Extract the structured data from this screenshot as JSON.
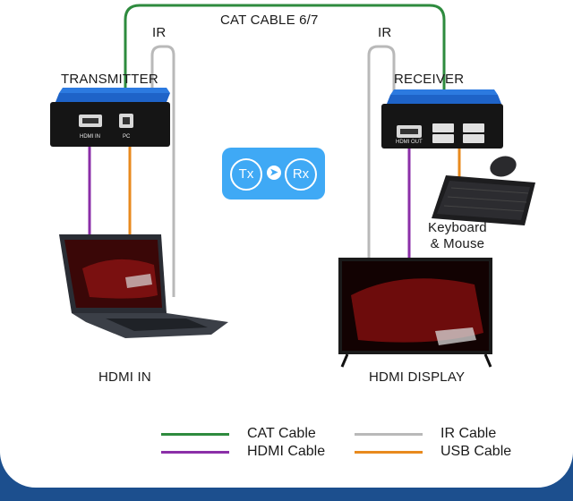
{
  "labels": {
    "cat_cable": "CAT CABLE 6/7",
    "ir_left": "IR",
    "ir_right": "IR",
    "transmitter": "TRANSMITTER",
    "receiver": "RECEIVER",
    "hdmi_in_port": "HDMI IN",
    "pc_port": "PC",
    "hdmi_out_port": "HDMI OUT",
    "keyboard_mouse": "Keyboard\n& Mouse",
    "hdmi_in": "HDMI IN",
    "hdmi_display": "HDMI DISPLAY"
  },
  "badge": {
    "tx": "Tx",
    "rx": "Rx"
  },
  "legend": [
    {
      "label": "CAT Cable",
      "color": "#2e8b3e"
    },
    {
      "label": "HDMI Cable",
      "color": "#8b2fa8"
    },
    {
      "label": "IR Cable",
      "color": "#b9b9b9"
    },
    {
      "label": "USB Cable",
      "color": "#e88a1e"
    }
  ],
  "colors": {
    "background_frame": "#1c4f8e",
    "device_blue": "#1e63c8",
    "badge_blue": "#3fa9f5"
  }
}
